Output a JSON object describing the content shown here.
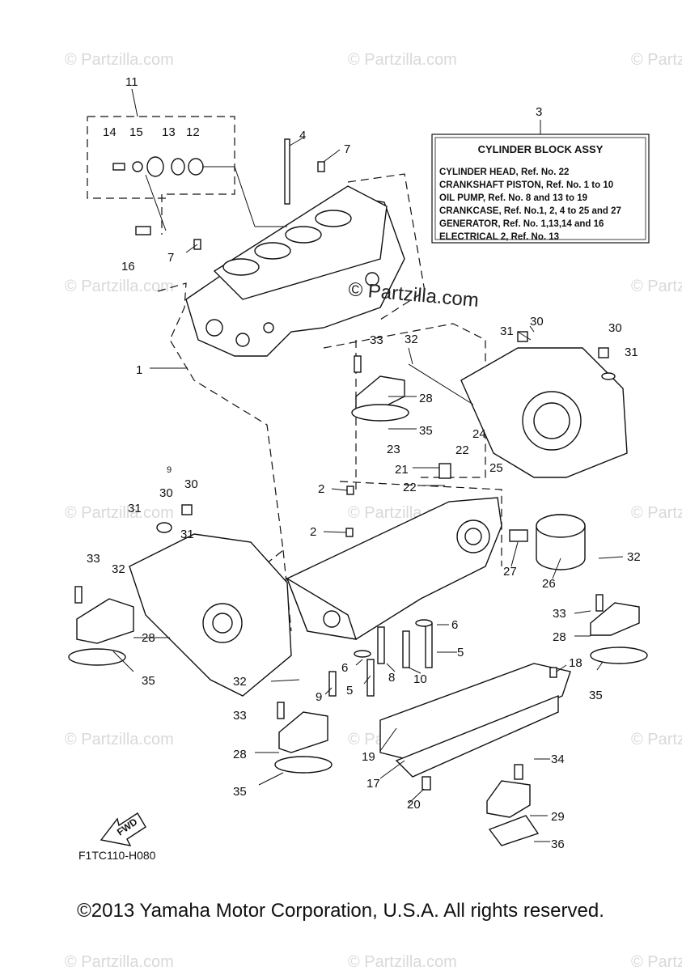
{
  "diagram": {
    "diagram_code": "F1TC110-H080",
    "fwd_label": "FWD",
    "watermark": "© Partzilla.com",
    "brand_watermark": "© Partzilla.com"
  },
  "assembly_box": {
    "ref_number": "3",
    "title": "CYLINDER BLOCK ASSY",
    "lines": [
      "CYLINDER HEAD, Ref. No. 22",
      "CRANKSHAFT PISTON, Ref. No. 1 to 10",
      "OIL PUMP, Ref. No. 8 and 13 to 19",
      "CRANKCASE, Ref. No.1, 2, 4 to 25 and 27",
      "GENERATOR, Ref. No. 1,13,14 and 16",
      "ELECTRICAL 2, Ref. No. 13"
    ]
  },
  "callouts": [
    "11",
    "14",
    "15",
    "13",
    "12",
    "4",
    "7",
    "16",
    "7",
    "1",
    "9",
    "30",
    "30",
    "31",
    "31",
    "33",
    "32",
    "28",
    "35",
    "31",
    "30",
    "30",
    "31",
    "33",
    "32",
    "28",
    "35",
    "23",
    "21",
    "22",
    "22",
    "24",
    "25",
    "2",
    "2",
    "27",
    "26",
    "32",
    "33",
    "28",
    "35",
    "6",
    "6",
    "5",
    "5",
    "8",
    "10",
    "9",
    "32",
    "33",
    "28",
    "35",
    "18",
    "19",
    "17",
    "20",
    "34",
    "29",
    "36"
  ],
  "footer": {
    "copyright": "©2013 Yamaha Motor Corporation, U.S.A. All rights reserved."
  }
}
